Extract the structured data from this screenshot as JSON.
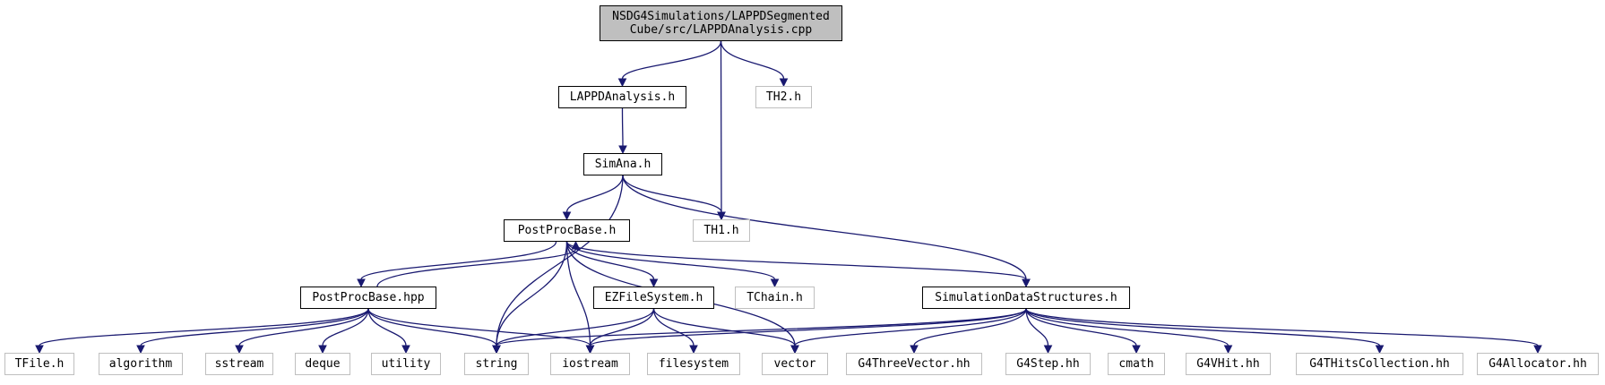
{
  "graph": {
    "nodes": {
      "root": {
        "label": "NSDG4Simulations/LAPPDSegmented\nCube/src/LAPPDAnalysis.cpp",
        "kind": "root"
      },
      "lappd_h": {
        "label": "LAPPDAnalysis.h",
        "kind": "internal"
      },
      "th2": {
        "label": "TH2.h",
        "kind": "external"
      },
      "simana": {
        "label": "SimAna.h",
        "kind": "internal"
      },
      "th1": {
        "label": "TH1.h",
        "kind": "external"
      },
      "ppbase_h": {
        "label": "PostProcBase.h",
        "kind": "internal"
      },
      "ppbase_hpp": {
        "label": "PostProcBase.hpp",
        "kind": "internal"
      },
      "ezfs": {
        "label": "EZFileSystem.h",
        "kind": "internal"
      },
      "tchain": {
        "label": "TChain.h",
        "kind": "external"
      },
      "simds": {
        "label": "SimulationDataStructures.h",
        "kind": "internal"
      },
      "tfile": {
        "label": "TFile.h",
        "kind": "external"
      },
      "algorithm": {
        "label": "algorithm",
        "kind": "external"
      },
      "sstream": {
        "label": "sstream",
        "kind": "external"
      },
      "deque": {
        "label": "deque",
        "kind": "external"
      },
      "utility": {
        "label": "utility",
        "kind": "external"
      },
      "string": {
        "label": "string",
        "kind": "external"
      },
      "iostream": {
        "label": "iostream",
        "kind": "external"
      },
      "filesystem": {
        "label": "filesystem",
        "kind": "external"
      },
      "vector": {
        "label": "vector",
        "kind": "external"
      },
      "g4threevector": {
        "label": "G4ThreeVector.hh",
        "kind": "external"
      },
      "g4step": {
        "label": "G4Step.hh",
        "kind": "external"
      },
      "cmath": {
        "label": "cmath",
        "kind": "external"
      },
      "g4vhit": {
        "label": "G4VHit.hh",
        "kind": "external"
      },
      "g4thits": {
        "label": "G4THitsCollection.hh",
        "kind": "external"
      },
      "g4alloc": {
        "label": "G4Allocator.hh",
        "kind": "external"
      }
    },
    "edges": [
      [
        "root",
        "lappd_h"
      ],
      [
        "root",
        "th1"
      ],
      [
        "root",
        "th2"
      ],
      [
        "lappd_h",
        "simana"
      ],
      [
        "simana",
        "string"
      ],
      [
        "simana",
        "ppbase_h"
      ],
      [
        "simana",
        "th1"
      ],
      [
        "simana",
        "simds"
      ],
      [
        "ppbase_h",
        "ppbase_hpp"
      ],
      [
        "ppbase_hpp",
        "ppbase_h"
      ],
      [
        "ppbase_h",
        "string"
      ],
      [
        "ppbase_h",
        "iostream"
      ],
      [
        "ppbase_h",
        "ezfs"
      ],
      [
        "ppbase_h",
        "tchain"
      ],
      [
        "ppbase_h",
        "vector"
      ],
      [
        "ppbase_h",
        "simds"
      ],
      [
        "ppbase_hpp",
        "tfile"
      ],
      [
        "ppbase_hpp",
        "algorithm"
      ],
      [
        "ppbase_hpp",
        "sstream"
      ],
      [
        "ppbase_hpp",
        "deque"
      ],
      [
        "ppbase_hpp",
        "utility"
      ],
      [
        "ppbase_hpp",
        "string"
      ],
      [
        "ppbase_hpp",
        "iostream"
      ],
      [
        "ezfs",
        "string"
      ],
      [
        "ezfs",
        "iostream"
      ],
      [
        "ezfs",
        "filesystem"
      ],
      [
        "ezfs",
        "vector"
      ],
      [
        "simds",
        "string"
      ],
      [
        "simds",
        "iostream"
      ],
      [
        "simds",
        "vector"
      ],
      [
        "simds",
        "g4threevector"
      ],
      [
        "simds",
        "g4step"
      ],
      [
        "simds",
        "cmath"
      ],
      [
        "simds",
        "g4vhit"
      ],
      [
        "simds",
        "g4thits"
      ],
      [
        "simds",
        "g4alloc"
      ]
    ]
  },
  "colors": {
    "edge": "#191970",
    "root_fill": "#bfbfbf",
    "internal_border": "#000000",
    "external_border": "#bfbfbf"
  }
}
